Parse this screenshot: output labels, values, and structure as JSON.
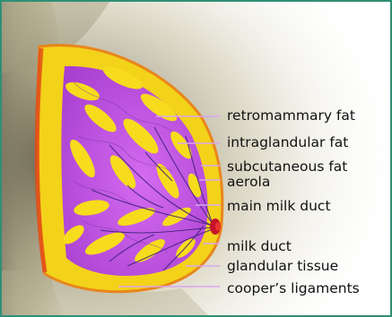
{
  "diagram": {
    "labels": [
      "retromammary fat",
      "intraglandular fat",
      "subcutaneous fat",
      "aerola",
      "main milk duct",
      "milk duct",
      "glandular tissue",
      "cooper’s ligaments"
    ]
  },
  "colors": {
    "frame_border": "#2f8f74",
    "glandular_tissue": "#c04de0",
    "fat": "#f6dc1c",
    "skin_edge": "#e88a1c",
    "leader_lines": "#d7a8ee"
  }
}
